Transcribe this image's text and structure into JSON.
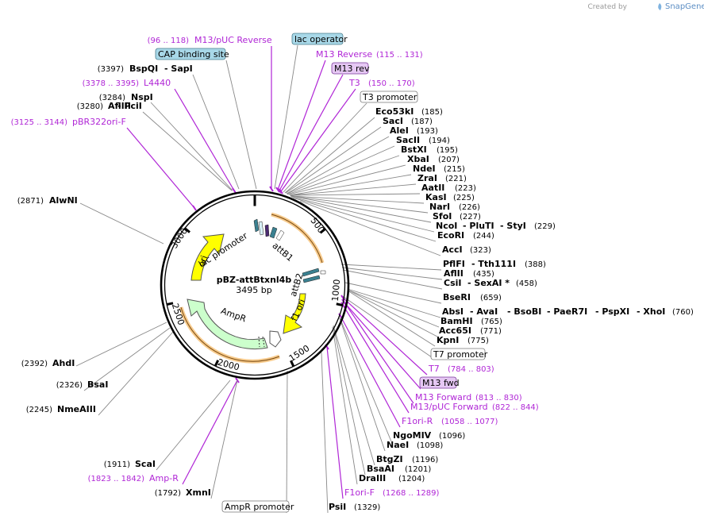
{
  "watermark": {
    "created_by": "Created by",
    "brand": "SnapGene"
  },
  "plasmid": {
    "name": "pBZ-attBtxnl4b",
    "length_label": "3495 bp"
  },
  "ring_ticks": [
    "500",
    "1000",
    "1500",
    "2000",
    "2500",
    "3000"
  ],
  "map_features": [
    "lac promoter",
    "attB1",
    "attB2",
    "f1 ori",
    "AmpR",
    "ori"
  ],
  "labels": {
    "lab_00": "(96 .. 118)",
    "lab_01": "M13/pUC Reverse",
    "lab_02": "lac operator",
    "lab_03": "CAP binding site",
    "lab_04": "M13 Reverse",
    "lab_05": "(115 .. 131)",
    "lab_06": "(3397)",
    "lab_07": "BspQI",
    "lab_08": "- SapI",
    "lab_09": "M13 rev",
    "lab_10": "(3378 .. 3395)",
    "lab_11": "L4440",
    "lab_12": "T3",
    "lab_13": "(150 .. 170)",
    "lab_14": "(3284)",
    "lab_15": "NspI",
    "lab_16": "T3 promoter",
    "lab_17": "(3280)",
    "lab_18": "AflIII",
    "lab_19": "- PciI",
    "lab_20": "Eco53kI",
    "lab_21": "(185)",
    "lab_22": "(3125 .. 3144)",
    "lab_23": "pBR322ori-F",
    "lab_24": "SacI",
    "lab_25": "(187)",
    "lab_26": "AleI",
    "lab_27": "(193)",
    "lab_28": "SacII",
    "lab_29": "(194)",
    "lab_30": "BstXI",
    "lab_31": "(195)",
    "lab_32": "XbaI",
    "lab_33": "(207)",
    "lab_34": "NdeI",
    "lab_35": "(215)",
    "lab_36": "ZraI",
    "lab_37": "(221)",
    "lab_38": "AatII",
    "lab_39": "(223)",
    "lab_40": "(2871)",
    "lab_41": "AlwNI",
    "lab_42": "KasI",
    "lab_43": "(225)",
    "lab_44": "NarI",
    "lab_45": "(226)",
    "lab_46": "SfoI",
    "lab_47": "(227)",
    "lab_48": "NcoI",
    "lab_49": "- PluTI",
    "lab_50": "- StyI",
    "lab_51": "(229)",
    "lab_52": "EcoRI",
    "lab_53": "(244)",
    "lab_54": "AccI",
    "lab_55": "(323)",
    "lab_56": "PflFI",
    "lab_57": "- Tth111I",
    "lab_58": "(388)",
    "lab_59": "AflII",
    "lab_60": "(435)",
    "lab_61": "CsiI",
    "lab_62": "- SexAI *",
    "lab_63": "(458)",
    "lab_64": "BseRI",
    "lab_65": "(659)",
    "lab_66": "AbsI",
    "lab_67": "- AvaI",
    "lab_68": "- BsoBI",
    "lab_69": "- PaeR7I",
    "lab_70": "- PspXI",
    "lab_71": "- XhoI",
    "lab_72": "(760)",
    "lab_73": "BamHI",
    "lab_74": "(765)",
    "lab_75": "Acc65I",
    "lab_76": "(771)",
    "lab_77": "KpnI",
    "lab_78": "(775)",
    "lab_79": "T7 promoter",
    "lab_80": "(2392)",
    "lab_81": "AhdI",
    "lab_82": "T7",
    "lab_83": "(784 .. 803)",
    "lab_84": "(2326)",
    "lab_85": "BsaI",
    "lab_86": "M13 fwd",
    "lab_87": "M13 Forward",
    "lab_88": "(813 .. 830)",
    "lab_89": "(2245)",
    "lab_90": "NmeAIII",
    "lab_91": "M13/pUC Forward",
    "lab_92": "(822 .. 844)",
    "lab_93": "F1ori-R",
    "lab_94": "(1058 .. 1077)",
    "lab_95": "NgoMIV",
    "lab_96": "(1096)",
    "lab_97": "NaeI",
    "lab_98": "(1098)",
    "lab_99": "BtgZI",
    "lab_100": "(1196)",
    "lab_101": "(1911)",
    "lab_102": "ScaI",
    "lab_103": "BsaAI",
    "lab_104": "(1201)",
    "lab_105": "(1823 .. 1842)",
    "lab_106": "Amp-R",
    "lab_107": "DraIII",
    "lab_108": "(1204)",
    "lab_109": "(1792)",
    "lab_110": "XmnI",
    "lab_111": "F1ori-F",
    "lab_112": "(1268 .. 1289)",
    "lab_113": "AmpR promoter",
    "lab_114": "PsiI",
    "lab_115": "(1329)"
  },
  "colors": {
    "primer": "#b026d6",
    "ring": "#000000",
    "yellow_feature": "#ffff00",
    "amp_feature": "#ccffcc",
    "orange_highlight": "#f0a030",
    "label_box_blue": "#a8d8e8",
    "label_box_purple": "#e6c8f4"
  },
  "icons": {
    "watermark": "snapgene-leaf-icon"
  }
}
